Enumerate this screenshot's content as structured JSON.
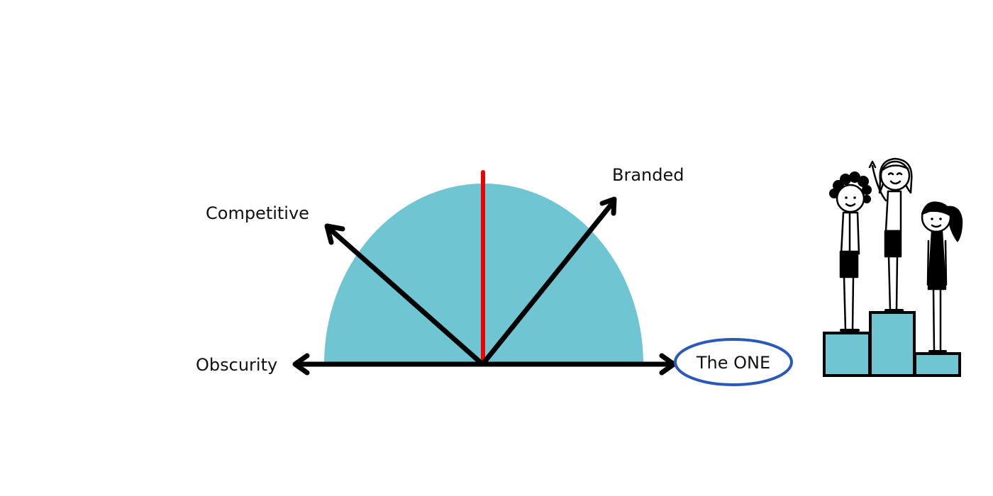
{
  "diagram": {
    "labels": {
      "obscurity": "Obscurity",
      "competitive": "Competitive",
      "branded": "Branded",
      "the_one": "The ONE"
    },
    "colors": {
      "semicircle": "#6fc5d2",
      "vertical_line": "#ee0000",
      "arrows": "#000000",
      "highlight_ellipse": "#2a59b8",
      "podium": "#6fc5d2"
    },
    "podium": {
      "places": [
        "second",
        "first",
        "third"
      ]
    }
  }
}
